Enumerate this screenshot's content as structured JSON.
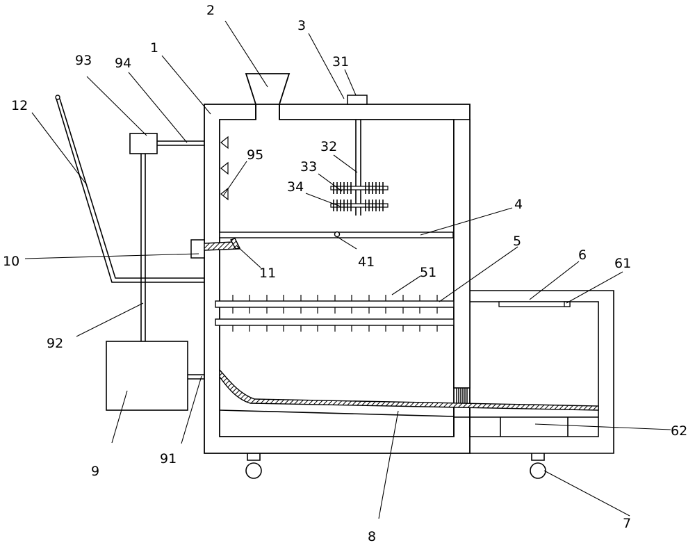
{
  "labels": {
    "l1": "1",
    "l2": "2",
    "l3": "3",
    "l31": "31",
    "l32": "32",
    "l33": "33",
    "l34": "34",
    "l4": "4",
    "l41": "41",
    "l5": "5",
    "l51": "51",
    "l6": "6",
    "l61": "61",
    "l62": "62",
    "l7": "7",
    "l8": "8",
    "l9": "9",
    "l91": "91",
    "l92": "92",
    "l93": "93",
    "l94": "94",
    "l95": "95",
    "l10": "10",
    "l11": "11",
    "l12": "12"
  }
}
